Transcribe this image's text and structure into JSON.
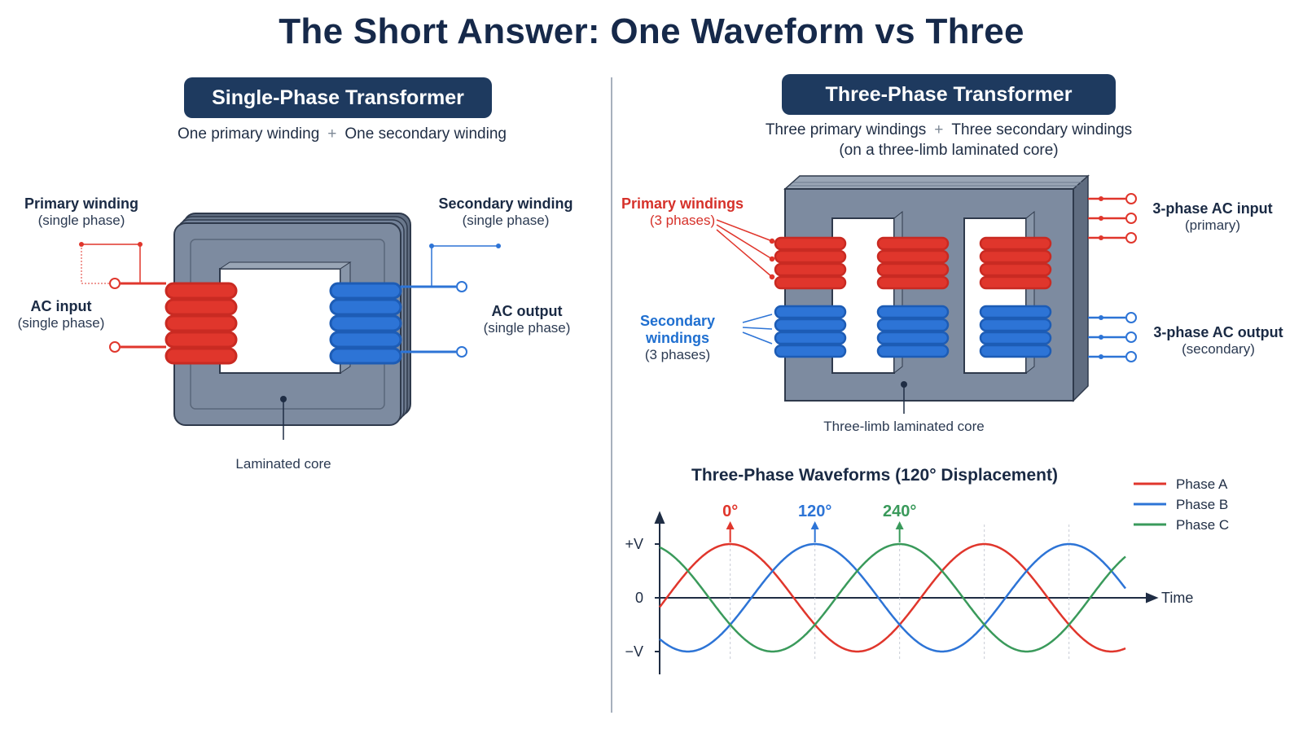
{
  "title": "The Short Answer: One Waveform vs Three",
  "single_phase": {
    "heading": "Single-Phase Transformer",
    "subtitle_primary": "One primary winding",
    "plus": "+",
    "subtitle_secondary": "One secondary winding",
    "primary_label": "Primary winding",
    "primary_sub": "(single phase)",
    "secondary_label": "Secondary winding",
    "secondary_sub": "(single phase)",
    "input_label": "AC input",
    "input_sub": "(single phase)",
    "output_label": "AC output",
    "output_sub": "(single phase)",
    "core_label": "Laminated core"
  },
  "three_phase": {
    "heading": "Three-Phase Transformer",
    "subtitle_primary": "Three primary windings",
    "plus": "+",
    "subtitle_secondary": "Three secondary windings",
    "subtitle_core": "(on a three-limb laminated core)",
    "primary_label": "Primary windings",
    "primary_sub": "(3 phases)",
    "secondary_label": "Secondary windings",
    "secondary_sub": "(3 phases)",
    "input_label": "3-phase AC input",
    "input_sub": "(primary)",
    "output_label": "3-phase AC output",
    "output_sub": "(secondary)",
    "core_label": "Three-limb laminated core"
  },
  "colors": {
    "primary": "#e0362c",
    "secondary": "#2d74d6",
    "phase_c": "#3a9a5b",
    "core": "#7d8ba0",
    "heading_bg": "#1e3a5f"
  },
  "chart_data": {
    "type": "line",
    "title": "Three-Phase Waveforms (120° Displacement)",
    "xlabel": "Time",
    "ylabel": "",
    "y_ticks": [
      "+V",
      "0",
      "−V"
    ],
    "ylim": [
      -1,
      1
    ],
    "x_unit": "degrees",
    "x_range": [
      -100,
      560
    ],
    "markers": [
      {
        "label": "0°",
        "x": 0,
        "series": "Phase A"
      },
      {
        "label": "120°",
        "x": 120,
        "series": "Phase B"
      },
      {
        "label": "240°",
        "x": 240,
        "series": "Phase C"
      }
    ],
    "legend_position": "top-right",
    "series": [
      {
        "name": "Phase A",
        "color": "#e0362c",
        "phase_deg": 0,
        "amplitude": 1
      },
      {
        "name": "Phase B",
        "color": "#2d74d6",
        "phase_deg": 120,
        "amplitude": 1
      },
      {
        "name": "Phase C",
        "color": "#3a9a5b",
        "phase_deg": 240,
        "amplitude": 1
      }
    ]
  }
}
